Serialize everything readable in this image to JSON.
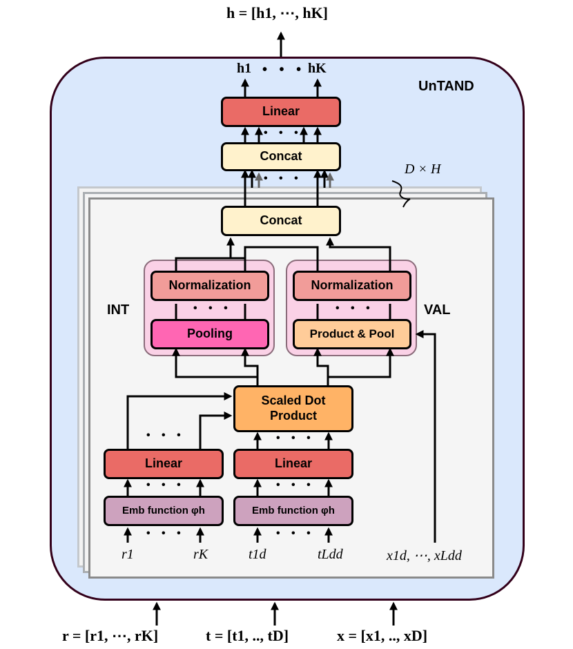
{
  "module_title": "UnTAND",
  "output_expression": "h = [h1, ⋯, hK]",
  "output_labels": {
    "h_first": "h1",
    "h_last": "hK"
  },
  "heads_expression": "D × H",
  "side_labels": {
    "int": "INT",
    "val": "VAL"
  },
  "blocks": {
    "linear_top": "Linear",
    "concat_top": "Concat",
    "concat_inner": "Concat",
    "normalization_int": "Normalization",
    "normalization_val": "Normalization",
    "pooling": "Pooling",
    "product_pool": "Product & Pool",
    "scaled_dot_product": "Scaled Dot Product",
    "linear_r": "Linear",
    "linear_t": "Linear",
    "emb_r": "Emb function φh",
    "emb_t": "Emb function φh"
  },
  "input_labels": {
    "r_first": "r1",
    "r_last": "rK",
    "t_first": "t1d",
    "t_last": "tLdd",
    "x_series": "x1d, ⋯, xLdd"
  },
  "inputs": {
    "r": "r = [r1, ⋯, rK]",
    "t": "t = [t1, .., tD]",
    "x": "x = [x1, .., xD]"
  },
  "ellipsis": "• • •",
  "colors": {
    "outer_fill": "#dae8fc",
    "outer_border": "#33001a",
    "linear": "#ea6b66",
    "concat": "#fff2cc",
    "normalization": "#f19c99",
    "pooling": "#ff66b3",
    "product_pool": "#ffcc99",
    "scaled_dot": "#ffb366",
    "emb": "#cda2be",
    "group": "#fad1e6"
  }
}
